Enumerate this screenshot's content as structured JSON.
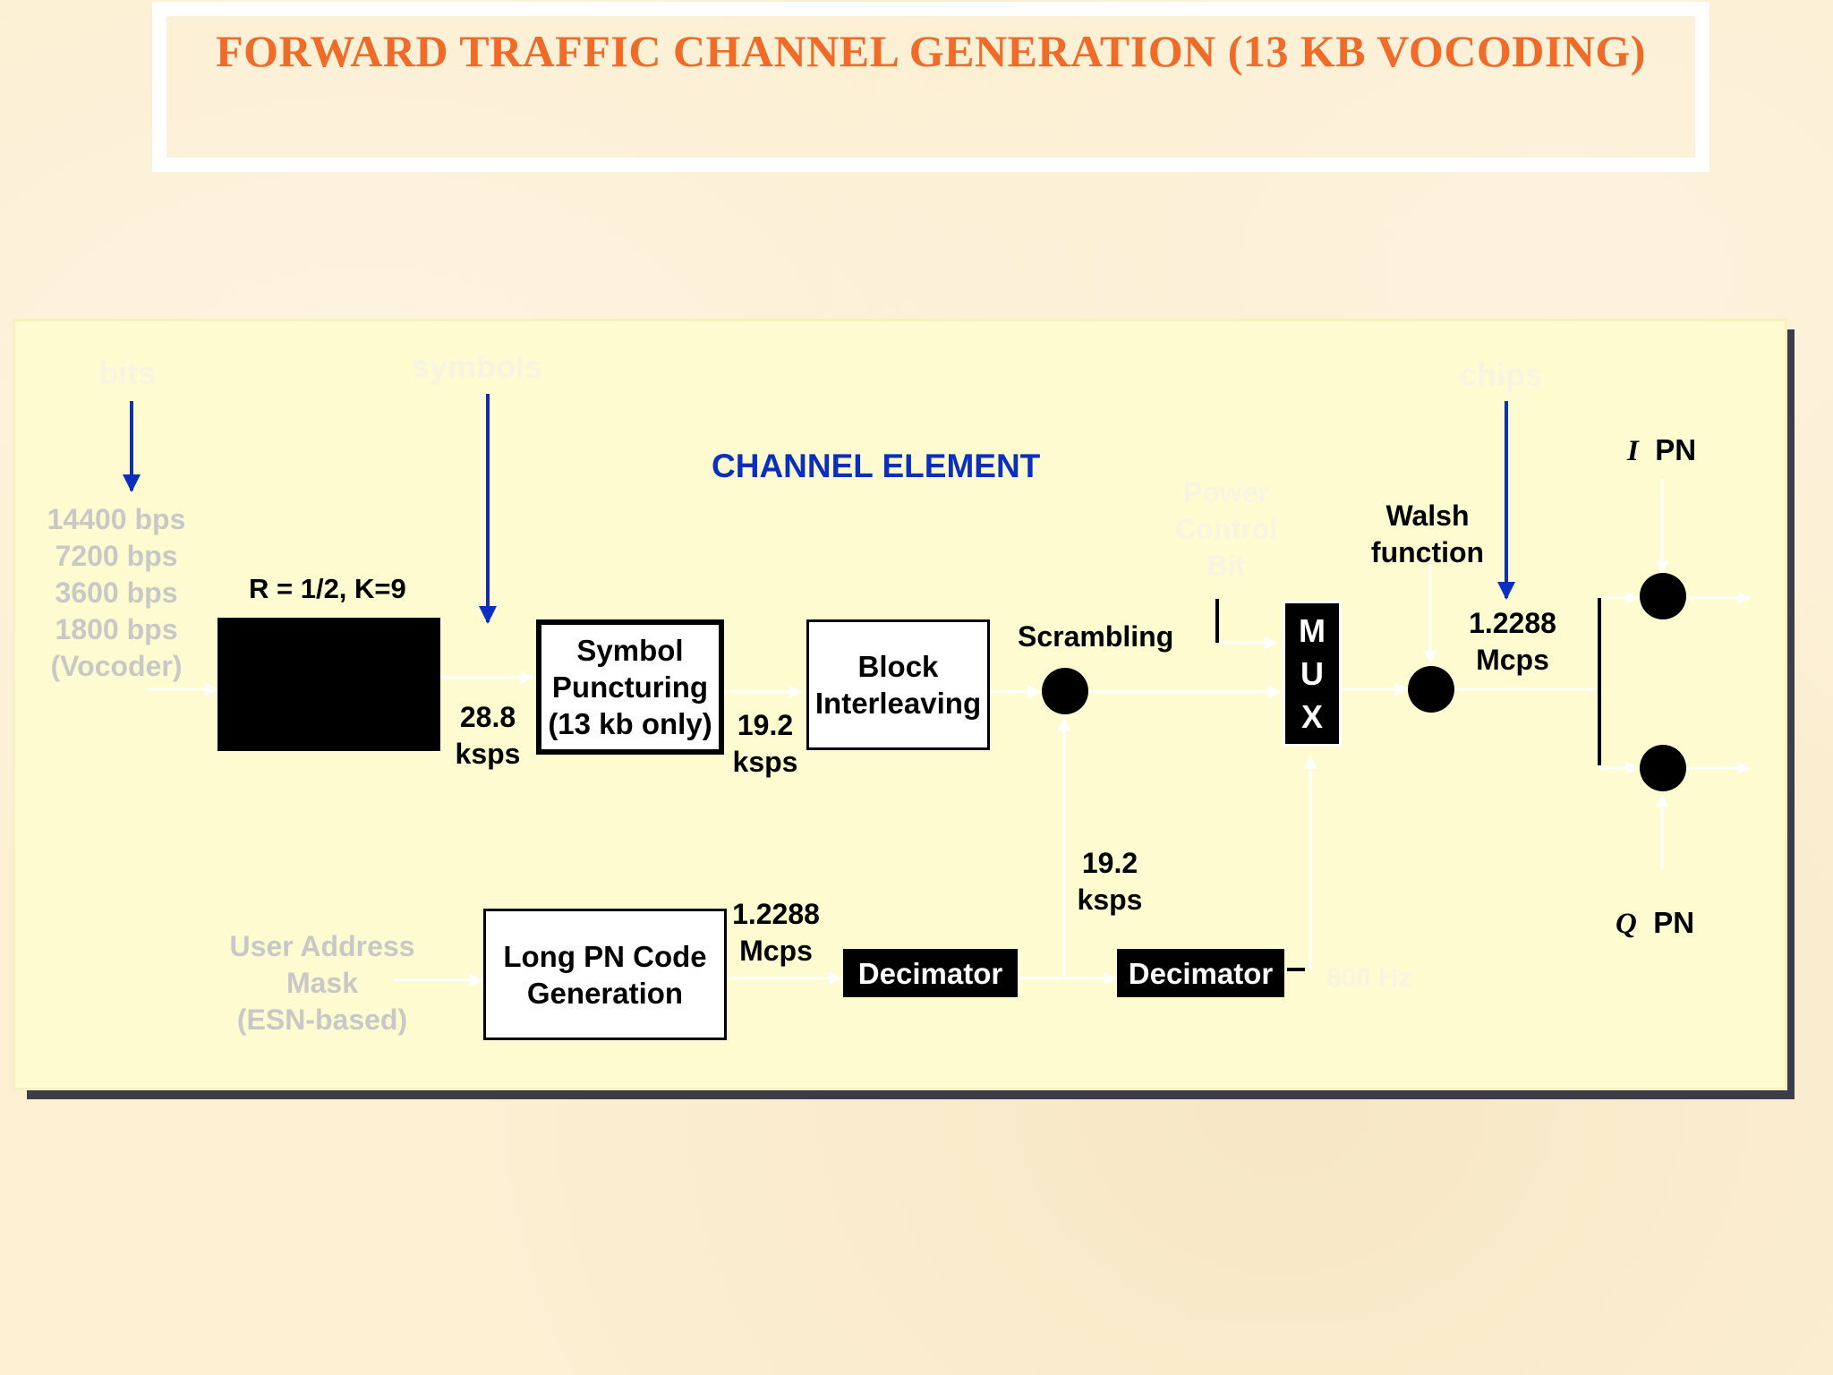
{
  "title": "FORWARD TRAFFIC CHANNEL GENERATION (13 KB VOCODING)",
  "diagram": {
    "section_labels": {
      "bits": "bits",
      "symbols": "symbols",
      "chips": "chips"
    },
    "channel_element": "CHANNEL ELEMENT",
    "input_rates": [
      "14400 bps",
      "7200 bps",
      "3600 bps",
      "1800 bps",
      "(Vocoder)"
    ],
    "encoder_label": "R = 1/2, K=9",
    "rate_1": [
      "28.8",
      "ksps"
    ],
    "symbol_puncturing": [
      "Symbol",
      "Puncturing",
      "(13 kb only)"
    ],
    "rate_2": [
      "19.2",
      "ksps"
    ],
    "block_interleaving": [
      "Block",
      "Interleaving"
    ],
    "scrambling": "Scrambling",
    "power_control": [
      "Power",
      "Control",
      "Bit"
    ],
    "mux": [
      "M",
      "U",
      "X"
    ],
    "walsh": [
      "Walsh",
      "function"
    ],
    "chip_rate": [
      "1.2288",
      "Mcps"
    ],
    "i_pn": {
      "axis": "I",
      "label": "PN"
    },
    "q_pn": {
      "axis": "Q",
      "label": "PN"
    },
    "user_address": [
      "User Address",
      "Mask",
      "(ESN-based)"
    ],
    "long_pn": [
      "Long PN Code",
      "Generation"
    ],
    "long_pn_rate": [
      "1.2288",
      "Mcps"
    ],
    "decimator_1": "Decimator",
    "decimator_2": "Decimator",
    "rate_3": [
      "19.2",
      "ksps"
    ],
    "freq": "800 Hz"
  }
}
